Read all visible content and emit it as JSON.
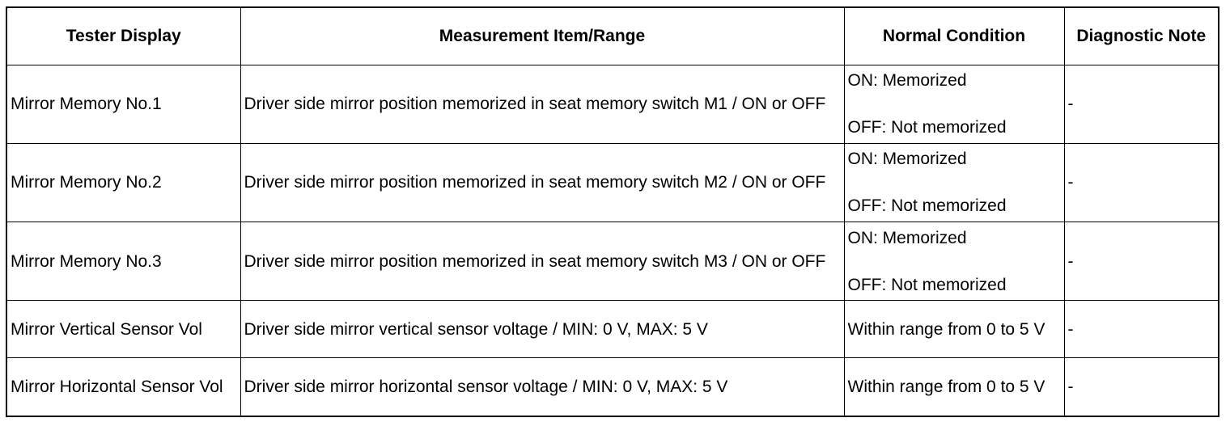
{
  "table": {
    "headers": {
      "tester_display": "Tester Display",
      "measurement": "Measurement Item/Range",
      "normal_condition": "Normal Condition",
      "diagnostic_note": "Diagnostic Note"
    },
    "rows": [
      {
        "tester_display": "Mirror Memory No.1",
        "measurement": "Driver side mirror position memorized in seat memory switch M1 / ON or OFF",
        "normal_on": "ON: Memorized",
        "normal_off": "OFF: Not memorized",
        "note": "-"
      },
      {
        "tester_display": "Mirror Memory No.2",
        "measurement": "Driver side mirror position memorized in seat memory switch M2 / ON or OFF",
        "normal_on": "ON: Memorized",
        "normal_off": "OFF: Not memorized",
        "note": "-"
      },
      {
        "tester_display": "Mirror Memory No.3",
        "measurement": "Driver side mirror position memorized in seat memory switch M3 / ON or OFF",
        "normal_on": "ON: Memorized",
        "normal_off": "OFF: Not memorized",
        "note": "-"
      },
      {
        "tester_display": "Mirror Vertical Sensor Vol",
        "measurement": "Driver side mirror vertical sensor voltage / MIN: 0 V, MAX: 5 V",
        "normal": "Within range from 0 to 5 V",
        "note": "-"
      },
      {
        "tester_display": "Mirror Horizontal Sensor Vol",
        "measurement": "Driver side mirror horizontal sensor voltage / MIN: 0 V, MAX: 5 V",
        "normal": "Within range from 0 to 5 V",
        "note": "-"
      }
    ]
  }
}
